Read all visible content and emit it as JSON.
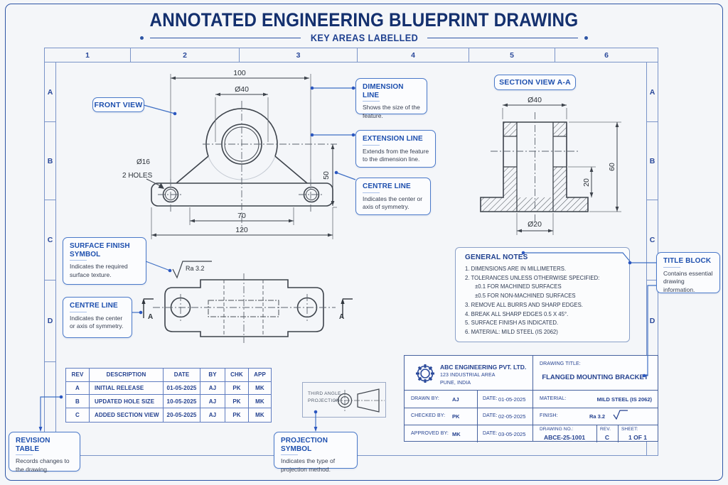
{
  "header": {
    "title": "ANNOTATED ENGINEERING BLUEPRINT DRAWING",
    "subtitle": "KEY AREAS LABELLED"
  },
  "grid": {
    "cols": [
      "1",
      "2",
      "3",
      "4",
      "5",
      "6"
    ],
    "rows": [
      "A",
      "B",
      "C",
      "D"
    ]
  },
  "front_view": {
    "dims": {
      "overall_width": "100",
      "bore": "Ø40",
      "height": "50",
      "hole_spacing": "70",
      "base_width": "120"
    },
    "holes_label1": "Ø16",
    "holes_label2": "2 HOLES",
    "finish": "Ra 3.2",
    "section_marker": "A"
  },
  "section_view": {
    "dims": {
      "outer": "Ø40",
      "height": "60",
      "step": "20",
      "bore": "Ø20"
    }
  },
  "callouts": {
    "front_view_label": "FRONT VIEW",
    "section_view_label": "SECTION VIEW A-A",
    "dimension_line": {
      "title": "DIMENSION LINE",
      "body": "Shows the size of the feature."
    },
    "extension_line": {
      "title": "EXTENSION LINE",
      "body": "Extends from the feature to the dimension line."
    },
    "centre_line_right": {
      "title": "CENTRE LINE",
      "body": "Indicates the center or axis of symmetry."
    },
    "surface_finish": {
      "title": "SURFACE FINISH SYMBOL",
      "body": "Indicates the required surface texture."
    },
    "centre_line_left": {
      "title": "CENTRE LINE",
      "body": "Indicates the center or axis of symmetry."
    },
    "title_block": {
      "title": "TITLE BLOCK",
      "body": "Contains essential drawing information."
    },
    "revision_table": {
      "title": "REVISION TABLE",
      "body": "Records changes to the drawing."
    },
    "projection_symbol": {
      "title": "PROJECTION SYMBOL",
      "body": "Indicates the type of projection method."
    }
  },
  "general_notes": {
    "title": "GENERAL NOTES",
    "lines": [
      "1.   DIMENSIONS ARE IN MILLIMETERS.",
      "2.   TOLERANCES UNLESS OTHERWISE SPECIFIED:",
      "±0.1 FOR MACHINED SURFACES",
      "±0.5 FOR NON-MACHINED SURFACES",
      "3.   REMOVE ALL BURRS AND SHARP EDGES.",
      "4.   BREAK ALL SHARP EDGES 0.5 X 45°.",
      "5.   SURFACE FINISH AS INDICATED.",
      "6.   MATERIAL: MILD STEEL (IS 2062)"
    ]
  },
  "revision_table": {
    "headers": [
      "REV",
      "DESCRIPTION",
      "DATE",
      "BY",
      "CHK",
      "APP"
    ],
    "rows": [
      {
        "rev": "A",
        "description": "INITIAL RELEASE",
        "date": "01-05-2025",
        "by": "AJ",
        "chk": "PK",
        "app": "MK"
      },
      {
        "rev": "B",
        "description": "UPDATED HOLE SIZE",
        "date": "10-05-2025",
        "by": "AJ",
        "chk": "PK",
        "app": "MK"
      },
      {
        "rev": "C",
        "description": "ADDED SECTION VIEW",
        "date": "20-05-2025",
        "by": "AJ",
        "chk": "PK",
        "app": "MK"
      }
    ]
  },
  "projection_box": {
    "line1": "THIRD ANGLE",
    "line2": "PROJECTION"
  },
  "title_block": {
    "company": {
      "name": "ABC ENGINEERING PVT. LTD.",
      "addr1": "123 INDUSTRIAL AREA",
      "addr2": "PUNE, INDIA"
    },
    "drawing_title": {
      "label": "DRAWING TITLE:",
      "value": "FLANGED MOUNTING BRACKET"
    },
    "drawn_by": {
      "label": "DRAWN BY:",
      "value": "AJ"
    },
    "checked_by": {
      "label": "CHECKED BY:",
      "value": "PK"
    },
    "approved_by": {
      "label": "APPROVED BY:",
      "value": "MK"
    },
    "date1": {
      "label": "DATE:",
      "value": "01-05-2025"
    },
    "date2": {
      "label": "DATE:",
      "value": "02-05-2025"
    },
    "date3": {
      "label": "DATE:",
      "value": "03-05-2025"
    },
    "material": {
      "label": "MATERIAL:",
      "value": "MILD STEEL (IS 2062)"
    },
    "finish": {
      "label": "FINISH:",
      "value": "Ra 3.2"
    },
    "drawing_no": {
      "label": "DRAWING NO.:",
      "value": "ABCE-25-1001"
    },
    "rev": {
      "label": "REV.",
      "value": "C"
    },
    "sheet": {
      "label": "SHEET:",
      "value": "1 OF 1"
    }
  },
  "colors": {
    "page_bg": "#f4f6f9",
    "title_navy": "#14306e",
    "callout_accent": "#1d4fae",
    "callout_border": "#4a79c9",
    "leader_blue": "#3e6fc4",
    "frame_blue": "#7a94c8",
    "drawing_line": "#3d434b",
    "table_navy": "#24418f"
  }
}
